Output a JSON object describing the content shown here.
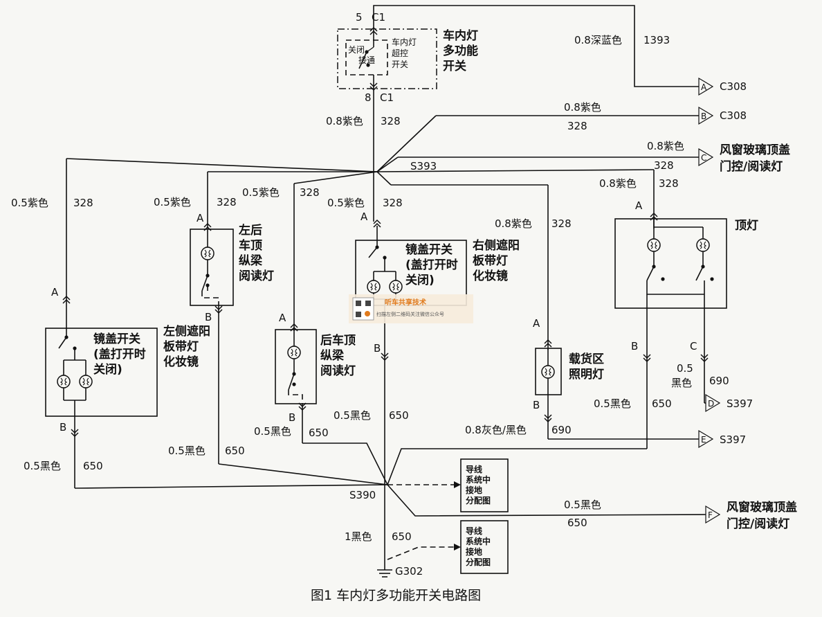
{
  "caption": "图1   车内灯多功能开关电路图",
  "switch_main": {
    "title": [
      "车内灯",
      "多功能",
      "开关"
    ],
    "inner": [
      "车内灯",
      "超控",
      "开关"
    ],
    "pos_off": "关闭",
    "pos_on": "接通",
    "pin_top": "5",
    "conn_top": "C1",
    "pin_bottom": "8",
    "conn_bottom": "C1"
  },
  "wires": {
    "w_1393": "0.8深蓝色",
    "c_1393": "1393",
    "w_main": "0.8紫色",
    "c_main": "328",
    "w_b": "0.8紫色",
    "c_b": "328",
    "w_c": "0.8紫色",
    "c_c": "328",
    "w_left": "0.5紫色",
    "c_left": "328",
    "w_lrr": "0.5紫色",
    "c_lrr": "328",
    "w_rear": "0.5紫色",
    "c_rear": "328",
    "w_mid": "0.5紫色",
    "c_mid": "328",
    "w_cargo": "0.8紫色",
    "c_cargo": "328",
    "w_dome": "0.8紫色",
    "c_dome": "328",
    "w_gnd_left": "0.5黑色",
    "c_gnd_left": "650",
    "w_gnd_lrr": "0.5黑色",
    "c_gnd_lrr": "650",
    "w_gnd_rear": "0.5黑色",
    "c_gnd_rear": "650",
    "w_gnd_mid": "0.5黑色",
    "c_gnd_mid": "650",
    "w_gnd_cargo": "0.8灰色/黑色",
    "c_gnd_cargo": "690",
    "w_gnd_dome_b": "0.5黑色",
    "c_gnd_dome_b": "650",
    "w_gnd_dome_c1": "0.5",
    "w_gnd_dome_c2": "黑色",
    "c_gnd_dome_c": "690",
    "w_gnd_f": "0.5黑色",
    "c_gnd_f": "650",
    "w_g302": "1黑色",
    "c_g302": "650"
  },
  "splices": {
    "s393": "S393",
    "s390": "S390",
    "ground": "G302"
  },
  "connectors": [
    {
      "letter": "A",
      "label": "C308"
    },
    {
      "letter": "B",
      "label": "C308"
    },
    {
      "letter": "C",
      "label1": "风窗玻璃顶盖",
      "label2": "门控/阅读灯"
    },
    {
      "letter": "D",
      "label": "S397"
    },
    {
      "letter": "E",
      "label": "S397"
    },
    {
      "letter": "F",
      "label1": "风窗玻璃顶盖",
      "label2": "门控/阅读灯"
    }
  ],
  "components": {
    "left_vanity": {
      "switch": [
        "镜盖开关",
        "(盖打开时",
        "关闭)"
      ],
      "name": [
        "左侧遮阳",
        "板带灯",
        "化妆镜"
      ],
      "pin_top": "A",
      "pin_bottom": "B"
    },
    "left_rear_roof": {
      "name": [
        "左后",
        "车顶",
        "纵梁",
        "阅读灯"
      ],
      "pin_top": "A",
      "pin_bottom": "B"
    },
    "rear_roof": {
      "name": [
        "后车顶",
        "纵梁",
        "阅读灯"
      ],
      "pin_top": "A",
      "pin_bottom": "B"
    },
    "right_vanity": {
      "switch": [
        "镜盖开关",
        "(盖打开时",
        "关闭)"
      ],
      "name": [
        "右侧遮阳",
        "板带灯",
        "化妆镜"
      ],
      "pin_top": "A",
      "pin_bottom": "B"
    },
    "cargo": {
      "name": [
        "载货区",
        "照明灯"
      ],
      "pin_top": "A",
      "pin_bottom": "B"
    },
    "dome": {
      "name": "顶灯",
      "pin_top": "A",
      "pin_b": "B",
      "pin_c": "C"
    }
  },
  "ground_ref": [
    "导线",
    "系统中",
    "接地",
    "分配图"
  ],
  "watermark": {
    "title": "听车共享技术",
    "sub": "扫描左侧二维码关注微信公众号"
  }
}
